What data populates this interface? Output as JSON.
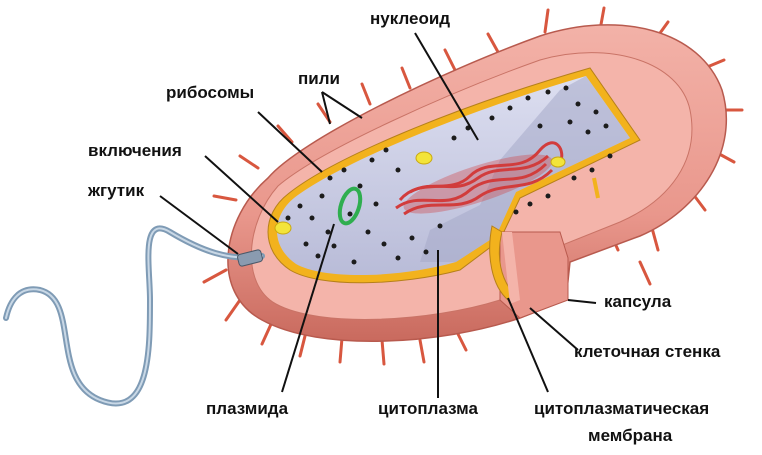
{
  "labels": {
    "nucleoid": "нуклеоид",
    "pili": "пили",
    "ribosomes": "рибосомы",
    "inclusions": "включения",
    "flagellum": "жгутик",
    "capsule": "капсула",
    "cell_wall": "клеточная стенка",
    "plasmid": "плазмида",
    "cytoplasm": "цитоплазма",
    "membrane_line1": "цитоплазматическая",
    "membrane_line2": "мембрана"
  },
  "colors": {
    "capsule": "#e9978c",
    "capsule_dark": "#c95b4e",
    "pili": "#d8573f",
    "wall_band": "#f4b4aa",
    "membrane": "#f2b21d",
    "cytoplasm": "#cfd1e6",
    "cytoplasm_shadow": "#a6a9c9",
    "nucleoid": "#d23c3c",
    "plasmid": "#2fae4f",
    "ribosome": "#1c1c1c",
    "inclusion": "#f3e43a",
    "flagellum": "#7f9bb5"
  }
}
